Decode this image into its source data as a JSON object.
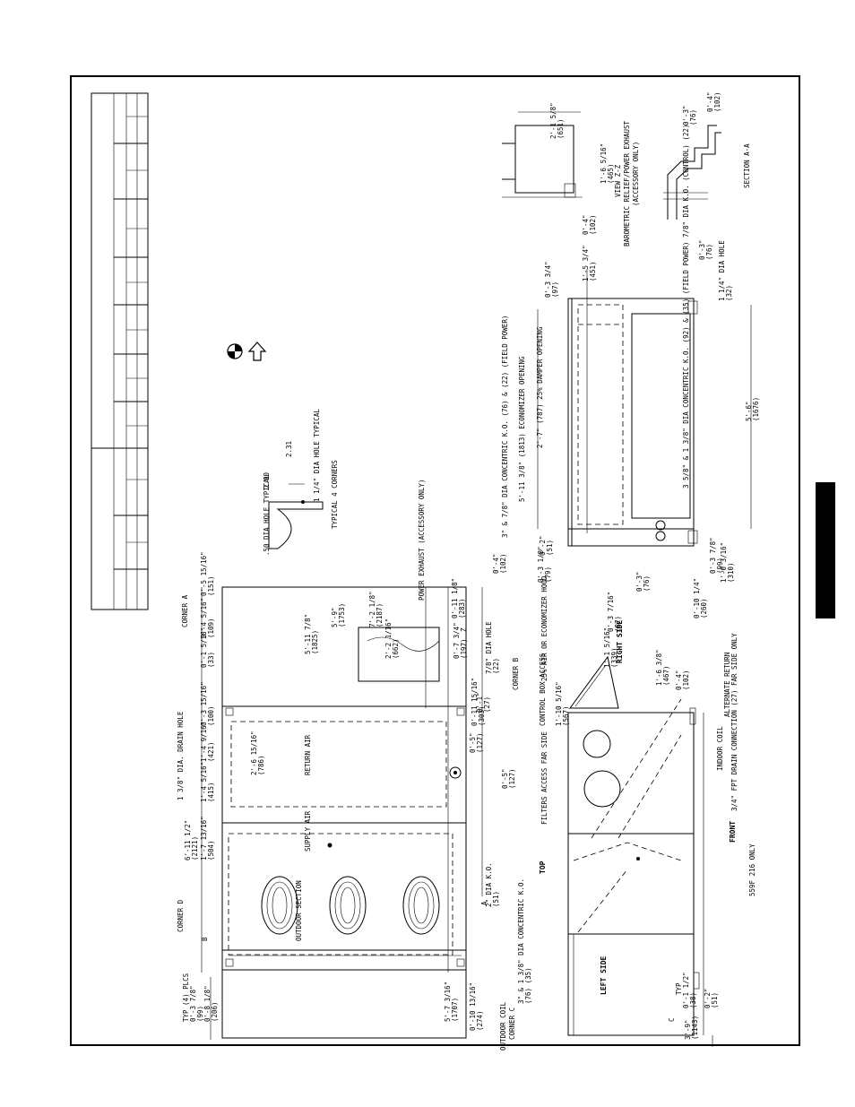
{
  "colors": {
    "ink": "#000000",
    "paper": "#ffffff"
  },
  "top_view": {
    "heading": "TOP",
    "labels": {
      "typ_4_plcs": "TYP (4) PLCS",
      "corner_d": "CORNER D",
      "corner_a": "CORNER A",
      "corner_b": "CORNER B",
      "corner_c": "CORNER C",
      "outdoor_section": "OUTDOOR SECTION",
      "supply_air": "SUPPLY AIR",
      "return_air": "RETURN AIR",
      "outdoor_coil": "OUTDOOR COIL",
      "power_exhaust": "POWER EXHAUST (ACCESSORY ONLY)",
      "drain_hole": "1 3/8\" DIA. DRAIN HOLE",
      "dia_ko_2": "2\" DIA K.O.",
      "dia_ko_2_mm": "(51)",
      "concentric_ko": "3\" & 1 3/8\" DIA CONCENTRIC K.O.",
      "concentric_ko_mm": "(76)   (35)",
      "hole_7_8": "7/8\" DIA HOLE",
      "hole_7_8_mm": "(22)",
      "dim_a": "A",
      "dim_b": "B",
      "dim_z": "Z"
    },
    "dimensions": [
      "0'-3 7/8\"",
      "(99)",
      "0'-8 1/8\"",
      "(206)",
      "5'-7 3/16\"",
      "(1707)",
      "0'-10 13/16\"",
      "(274)",
      "6'-11 1/2\"",
      "(2121)",
      "1'-7 13/16\"",
      "(504)",
      "1'-4 5/16\"",
      "(415)",
      "1'-4 9/16\"",
      "(421)",
      "2'-6 15/16\"",
      "(786)",
      "0'-3 15/16\"",
      "(100)",
      "0'-1 5/16\"",
      "(33)",
      "0'-4 5/16\"",
      "(109)",
      "0'-5 15/16\"",
      "(151)",
      "5'-11 7/8\"",
      "(1825)",
      "5'-9\"",
      "(1753)",
      "7'-2 1/8\"",
      "(2187)",
      "2'-2 1/16\"",
      "(662)",
      "0'-7 3/4\"",
      "(197)",
      "0'-11 1/8\"",
      "(283)",
      "0'-11 15/16\"",
      "(303)",
      "0'-1\"",
      "(27)",
      "0'-5\"",
      "(127)",
      "0'-5\"",
      "(127)"
    ]
  },
  "corner_detail": {
    "hole_typical": "1 1/4\" DIA HOLE TYPICAL",
    "small_hole": ".50 DIA HOLE TYPICAL",
    "dim_1": "2.00",
    "dim_2": "2.31",
    "note": "TYPICAL 4 CORNERS"
  },
  "front_view": {
    "heading_front": "FRONT",
    "heading_left": "LEFT SIDE",
    "heading_right": "RIGHT SIDE",
    "labels": {
      "filters": "FILTERS ACCESS FAR SIDE",
      "control_box": "CONTROL BOX ACCESS",
      "hood": "25% AIR OR ECONOMIZER HOOD",
      "alt_return": "ALTERNATE RETURN",
      "indoor_coil": "INDOOR COIL",
      "drain_conn": "3/4\" FPT DRAIN CONNECTION (27) FAR SIDE ONLY",
      "only_559f": "559F 216 ONLY",
      "typ": "TYP",
      "dim_c": "C"
    },
    "dimensions": [
      "3'-9\"",
      "(1143)",
      "0'-1 1/2\"",
      "(38)",
      "0'-2\"",
      "(51)",
      "1'-10 5/16\"",
      "(567)",
      "1'-1 5/16\"",
      "(339)",
      "0'-3 7/16\"",
      "(87)",
      "1'-6 3/8\"",
      "(467)",
      "0'-4\"",
      "(102)"
    ]
  },
  "right_view": {
    "labels": {
      "ko_field_power": "3\" & 7/8\" DIA CONCENTRIC K.O. (76) & (22) (FIELD POWER)",
      "econ_opening": "5'-11 3/8\" (1813) ECONOMIZER OPENING",
      "damper_opening": "2'-7\" (787) 25% DAMPER OPENING",
      "ko_control": "3 5/8\" & 1 3/8\" DIA CONCENTRIC K.O. (92) & (35) (FIELD POWER) 7/8\" DIA K.O. (CONTROL) (22)",
      "hole_1_1_4": "1 1/4\" DIA HOLE",
      "hole_mm": "(32)"
    },
    "dimensions": [
      "0'-3 3/4\"",
      "(97)",
      "1'-5 3/4\"",
      "(451)",
      "0'-2\"",
      "(51)",
      "0'-4\"",
      "(102)",
      "0'-3 1/8\"",
      "(79)",
      "0'-3\"",
      "(76)",
      "5'-6\"",
      "(1676)",
      "0'-10 1/4\"",
      "(260)",
      "0'-3 7/8\"",
      "(99)",
      "1'-0 3/16\"",
      "(310)",
      "0'-3\"",
      "(76)"
    ]
  },
  "view_zz": {
    "title": "VIEW Z-Z",
    "subtitle": "BAROMETRIC RELIEF/POWER EXHAUST",
    "note": "(ACCESSORY ONLY)",
    "dimensions": [
      "2'-1 5/8\"",
      "(651)",
      "1'-6 5/16\"",
      "(465)",
      "0'-4\"",
      "(102)"
    ]
  },
  "section_aa": {
    "title": "SECTION A-A",
    "dimensions": [
      "0'-3\"",
      "(76)",
      "0'-4\"",
      "(102)"
    ]
  }
}
